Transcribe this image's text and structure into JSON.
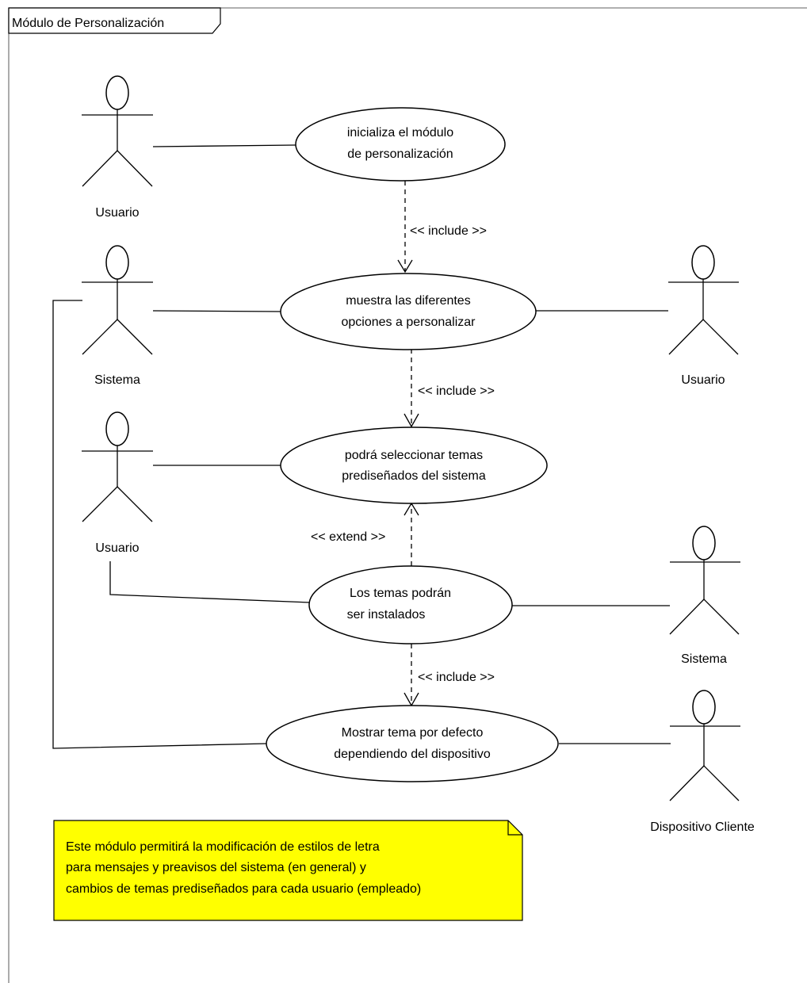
{
  "frame": {
    "title": "Módulo de Personalización"
  },
  "actors": {
    "usuario_1": "Usuario",
    "sistema_1": "Sistema",
    "usuario_2": "Usuario",
    "usuario_3": "Usuario",
    "sistema_2": "Sistema",
    "dispositivo": "Dispositivo Cliente"
  },
  "use_cases": {
    "uc1": [
      "inicializa el módulo",
      "de personalización"
    ],
    "uc2": [
      "muestra las diferentes",
      "opciones a personalizar"
    ],
    "uc3": [
      "podrá seleccionar temas",
      "prediseñados del sistema"
    ],
    "uc4": [
      "Los temas podrán",
      "ser instalados"
    ],
    "uc5": [
      "Mostrar tema por defecto",
      "dependiendo del dispositivo"
    ]
  },
  "relations": {
    "include_1": "<< include >>",
    "include_2": "<< include >>",
    "extend_1": "<< extend >>",
    "include_3": "<< include >>"
  },
  "note": {
    "lines": [
      "Este módulo permitirá la modificación de estilos de letra",
      "para mensajes y preavisos del sistema (en general) y",
      "cambios de temas prediseñados para cada usuario (empleado)"
    ]
  },
  "colors": {
    "note_fill": "#ffff00",
    "stroke": "#000000",
    "frame_border": "#808080"
  }
}
